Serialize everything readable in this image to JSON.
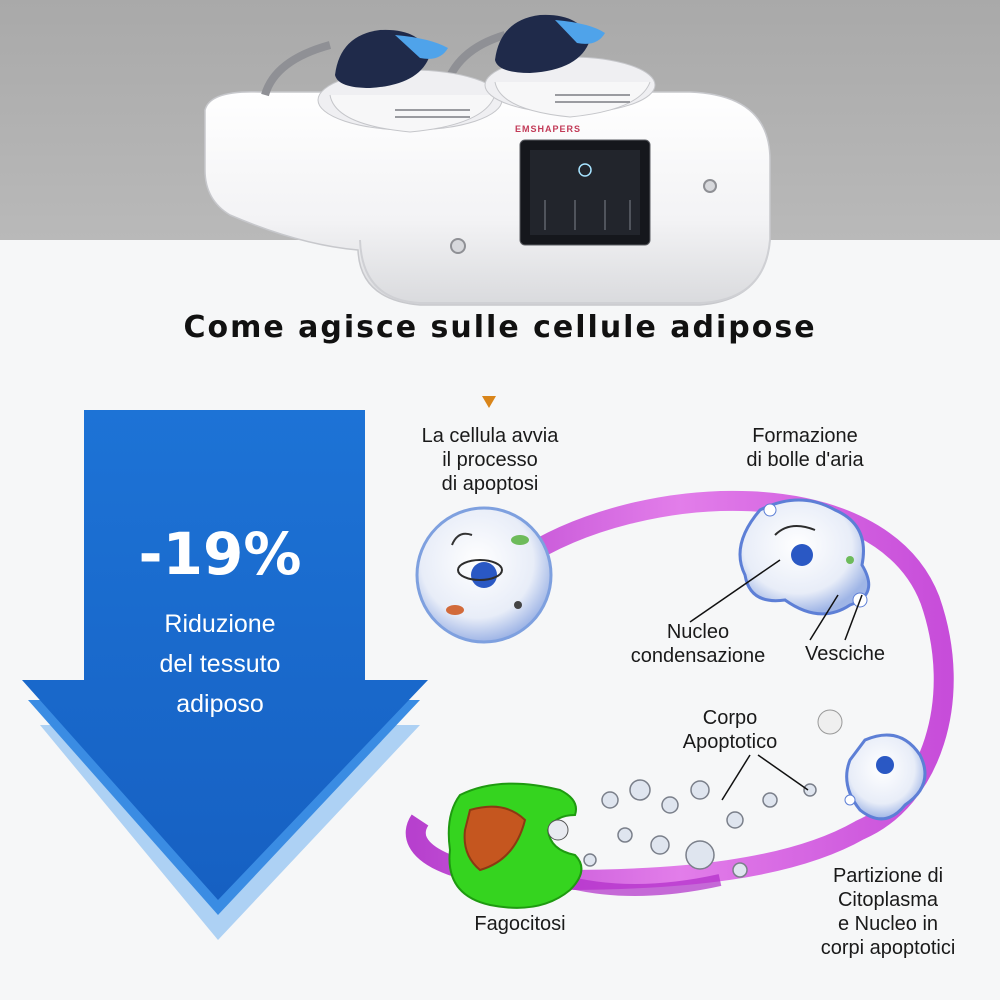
{
  "product": {
    "brand_text": "EMSHAPERS",
    "screen_icon": "app-screen-icon"
  },
  "heading": "Come agisce sulle cellule adipose",
  "reduction": {
    "percent": "-19%",
    "line1": "Riduzione",
    "line2": "del tessuto",
    "line3": "adiposo"
  },
  "labels": {
    "apoptosis_start": [
      "La cellula avvia",
      "il processo",
      "di apoptosi"
    ],
    "bubbles": [
      "Formazione",
      "di bolle d'aria"
    ],
    "nucleus": [
      "Nucleo",
      "condensazione"
    ],
    "vesicles": "Vesciche",
    "body": [
      "Corpo",
      "Apoptotico"
    ],
    "partition": [
      "Partizione di",
      "Citoplasma",
      "e Nucleo in",
      "corpi apoptotici"
    ],
    "phago": "Fagocitosi"
  },
  "colors": {
    "arrow_blue": "#1a6fd0",
    "ring_magenta": "#c93ad4",
    "phagocyte_green": "#3cd62a"
  }
}
